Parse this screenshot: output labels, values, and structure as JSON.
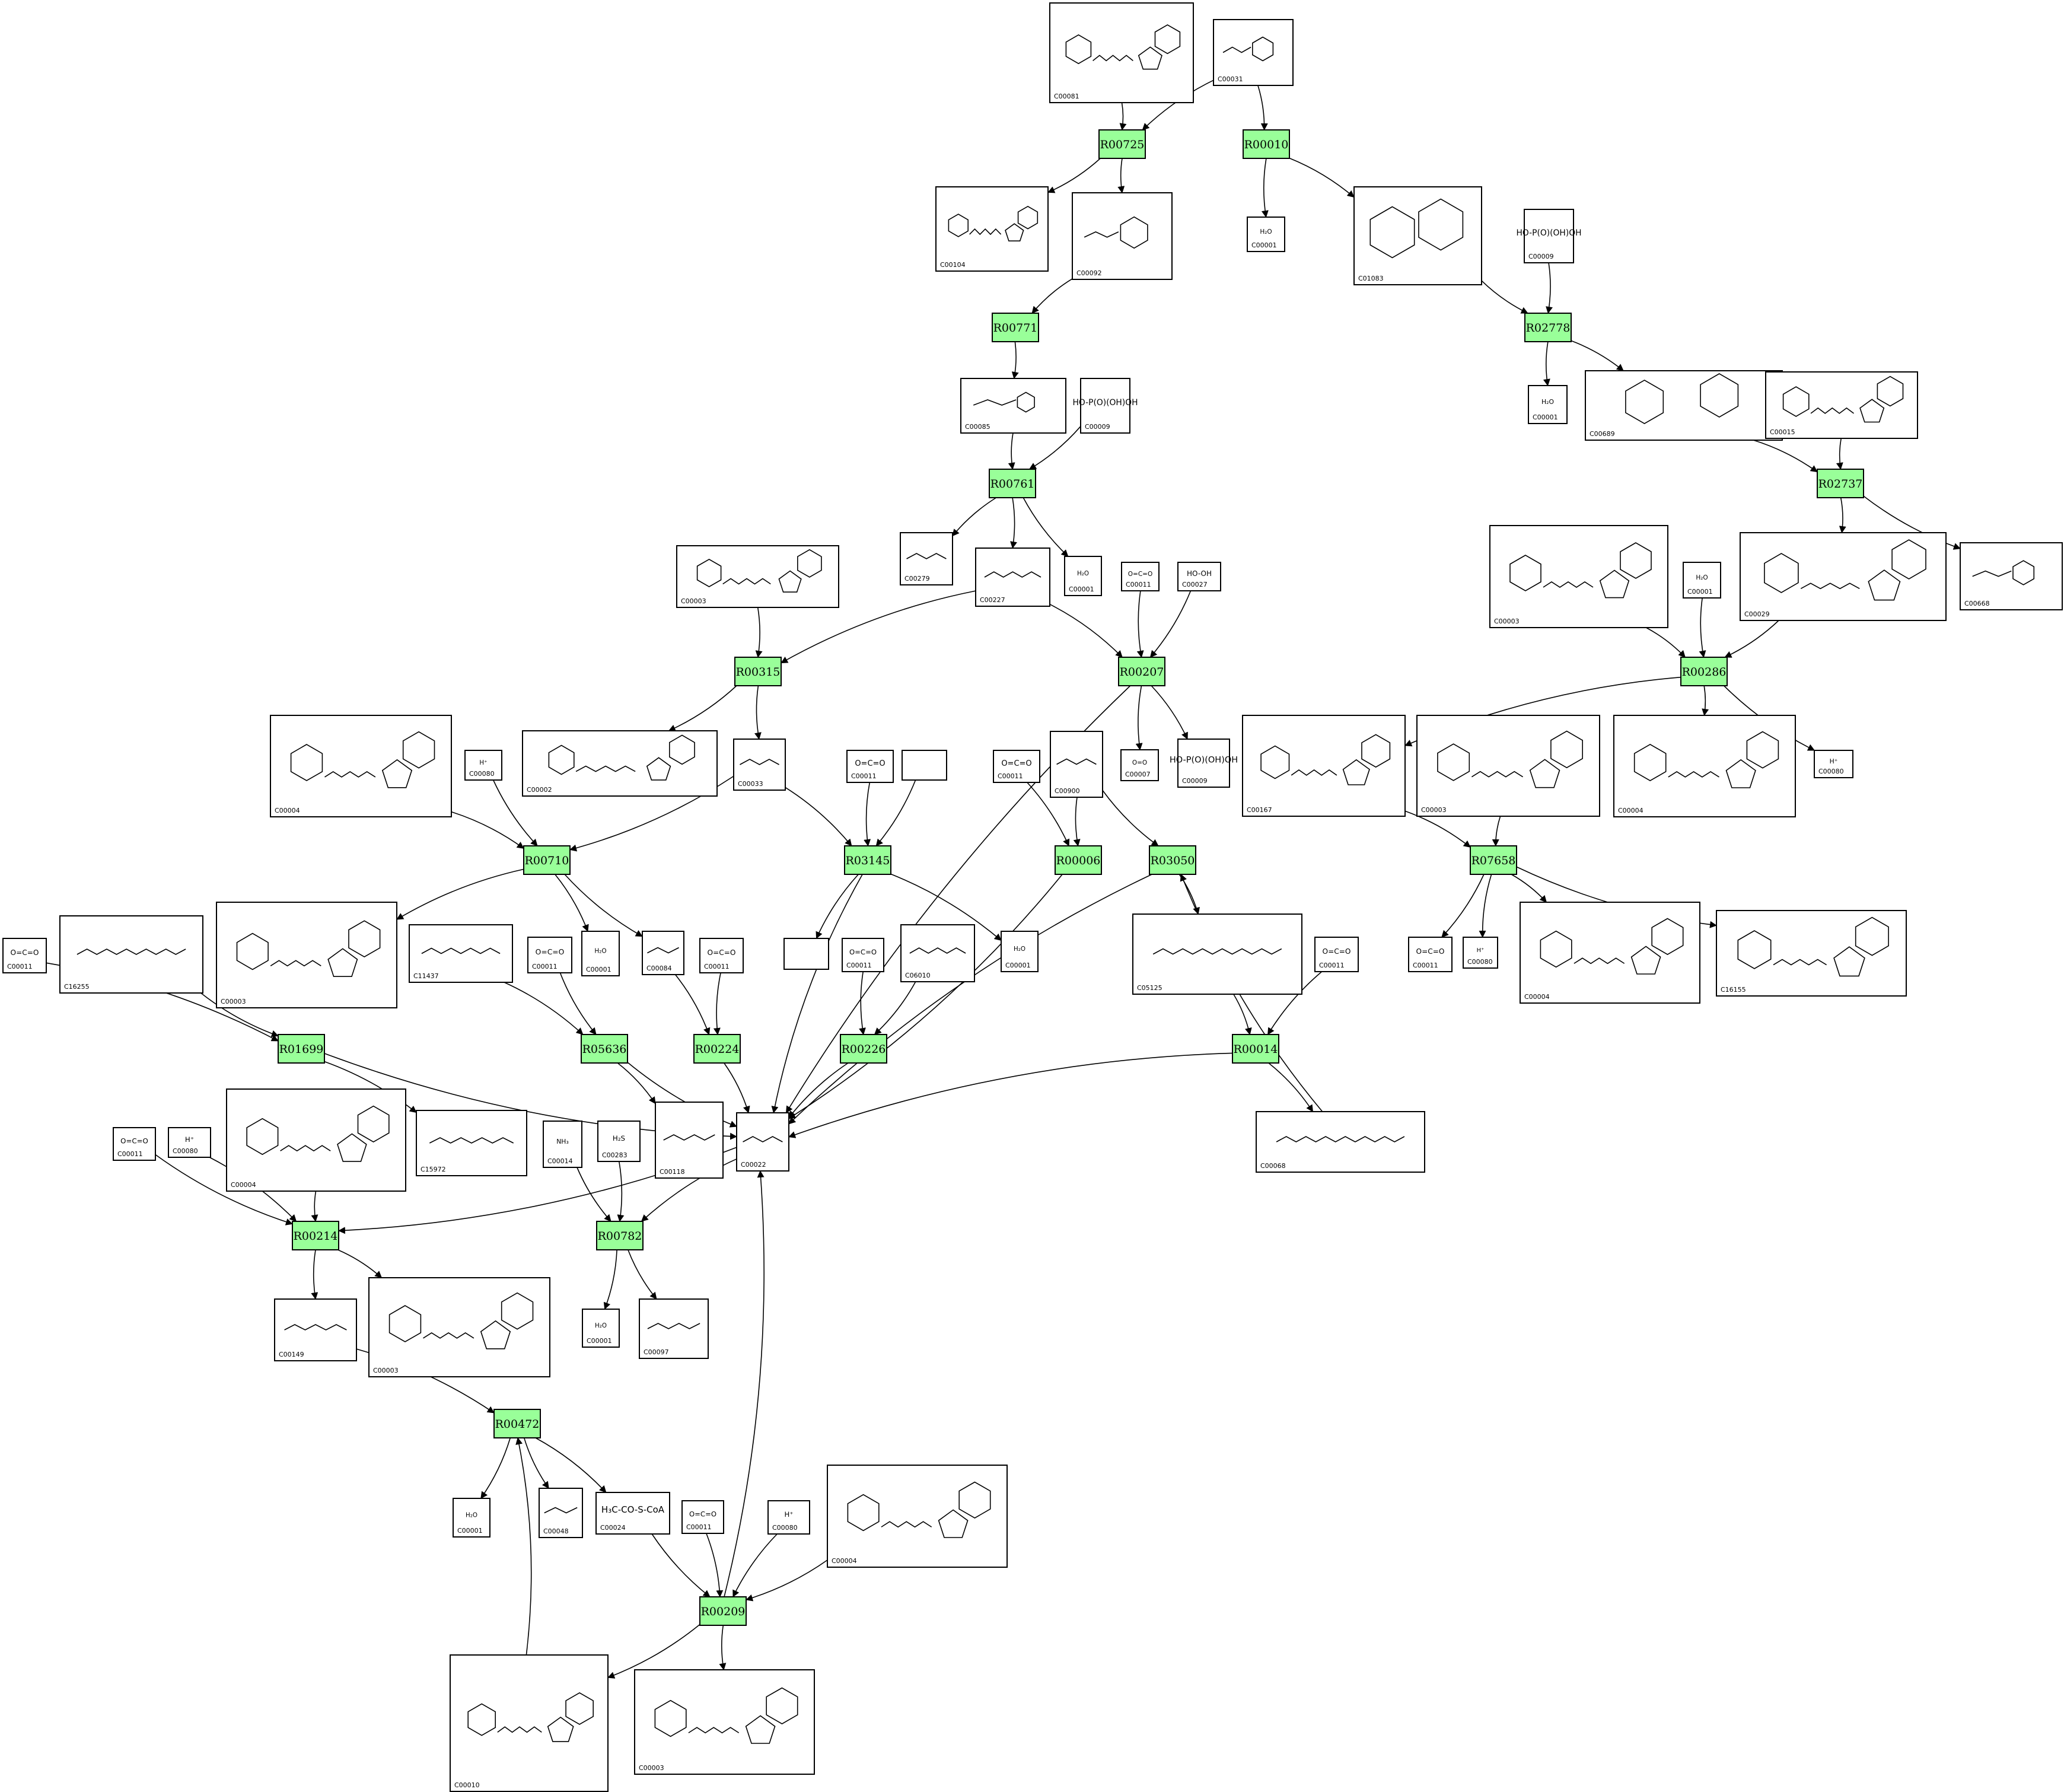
{
  "colors": {
    "reaction_fill": "#99ff99",
    "stroke": "#000000",
    "background": "#ffffff"
  },
  "reactions": [
    {
      "id": "R00725",
      "label": "R00725"
    },
    {
      "id": "R00010",
      "label": "R00010"
    },
    {
      "id": "R00771",
      "label": "R00771"
    },
    {
      "id": "R02778",
      "label": "R02778"
    },
    {
      "id": "R00761",
      "label": "R00761"
    },
    {
      "id": "R02737",
      "label": "R02737"
    },
    {
      "id": "R00315",
      "label": "R00315"
    },
    {
      "id": "R00207",
      "label": "R00207"
    },
    {
      "id": "R00286",
      "label": "R00286"
    },
    {
      "id": "R00710",
      "label": "R00710"
    },
    {
      "id": "R03145",
      "label": "R03145"
    },
    {
      "id": "R00006",
      "label": "R00006"
    },
    {
      "id": "R03050",
      "label": "R03050"
    },
    {
      "id": "R07658",
      "label": "R07658"
    },
    {
      "id": "R01699",
      "label": "R01699"
    },
    {
      "id": "R05636",
      "label": "R05636"
    },
    {
      "id": "R00224",
      "label": "R00224"
    },
    {
      "id": "R00226",
      "label": "R00226"
    },
    {
      "id": "R00014",
      "label": "R00014"
    },
    {
      "id": "R00214",
      "label": "R00214"
    },
    {
      "id": "R00782",
      "label": "R00782"
    },
    {
      "id": "R00472",
      "label": "R00472"
    },
    {
      "id": "R00209",
      "label": "R00209"
    }
  ],
  "compounds": [
    {
      "id": "c1",
      "label": "C00081",
      "kind": "nucleotide"
    },
    {
      "id": "c2",
      "label": "C00031",
      "kind": "sugar"
    },
    {
      "id": "c3",
      "label": "C00104",
      "kind": "nucleotide"
    },
    {
      "id": "c4",
      "label": "C00092",
      "kind": "sugar"
    },
    {
      "id": "c5",
      "label": "C00001",
      "kind": "formula",
      "formula": "H₂O"
    },
    {
      "id": "c6",
      "label": "C01083",
      "kind": "disaccharide"
    },
    {
      "id": "c7",
      "label": "C00009",
      "kind": "formula",
      "formula": "HO-P(O)(OH)OH"
    },
    {
      "id": "c8",
      "label": "C00085",
      "kind": "sugar"
    },
    {
      "id": "c9",
      "label": "C00009",
      "kind": "formula",
      "formula": "HO-P(O)(OH)OH"
    },
    {
      "id": "c10",
      "label": "C00001",
      "kind": "formula",
      "formula": "H₂O"
    },
    {
      "id": "c11",
      "label": "C00689",
      "kind": "disaccharide"
    },
    {
      "id": "c12",
      "label": "C00015",
      "kind": "nucleotide"
    },
    {
      "id": "c13",
      "label": "C00003",
      "kind": "nucleotide"
    },
    {
      "id": "c14",
      "label": "C00279",
      "kind": "chain"
    },
    {
      "id": "c15",
      "label": "C00227",
      "kind": "chain"
    },
    {
      "id": "c16",
      "label": "C00001",
      "kind": "formula",
      "formula": "H₂O"
    },
    {
      "id": "c17",
      "label": "C00011",
      "kind": "formula",
      "formula": "O=C=O"
    },
    {
      "id": "c18",
      "label": "C00027",
      "kind": "formula",
      "formula": "HO-OH"
    },
    {
      "id": "c19",
      "label": "C00003",
      "kind": "nucleotide"
    },
    {
      "id": "c20",
      "label": "C00001",
      "kind": "formula",
      "formula": "H₂O"
    },
    {
      "id": "c21",
      "label": "C00029",
      "kind": "nucleotide"
    },
    {
      "id": "c22",
      "label": "C00668",
      "kind": "sugar"
    },
    {
      "id": "c23",
      "label": "C00004",
      "kind": "nucleotide"
    },
    {
      "id": "c24",
      "label": "C00080",
      "kind": "formula",
      "formula": "H⁺"
    },
    {
      "id": "c25",
      "label": "C00002",
      "kind": "nucleotide"
    },
    {
      "id": "c26",
      "label": "C00033",
      "kind": "chain"
    },
    {
      "id": "c27",
      "label": "C00011",
      "kind": "formula",
      "formula": "O=C=O"
    },
    {
      "id": "c28",
      "label": "",
      "kind": "empty"
    },
    {
      "id": "c29",
      "label": "C00011",
      "kind": "formula",
      "formula": "O=C=O"
    },
    {
      "id": "c30",
      "label": "C00900",
      "kind": "chain"
    },
    {
      "id": "c31",
      "label": "C00007",
      "kind": "formula",
      "formula": "O=O"
    },
    {
      "id": "c32",
      "label": "C00009",
      "kind": "formula",
      "formula": "HO-P(O)(OH)OH"
    },
    {
      "id": "c33",
      "label": "C00167",
      "kind": "nucleotide"
    },
    {
      "id": "c34",
      "label": "C00003",
      "kind": "nucleotide"
    },
    {
      "id": "c35",
      "label": "C00004",
      "kind": "nucleotide"
    },
    {
      "id": "c36",
      "label": "C00080",
      "kind": "formula",
      "formula": "H⁺"
    },
    {
      "id": "c37",
      "label": "C00011",
      "kind": "formula",
      "formula": "O=C=O"
    },
    {
      "id": "c38",
      "label": "C16255",
      "kind": "chain"
    },
    {
      "id": "c39",
      "label": "C00003",
      "kind": "nucleotide"
    },
    {
      "id": "c40",
      "label": "C11437",
      "kind": "chain"
    },
    {
      "id": "c41",
      "label": "C00011",
      "kind": "formula",
      "formula": "O=C=O"
    },
    {
      "id": "c42",
      "label": "C00001",
      "kind": "formula",
      "formula": "H₂O"
    },
    {
      "id": "c43",
      "label": "C00084",
      "kind": "chain"
    },
    {
      "id": "c44",
      "label": "C00011",
      "kind": "formula",
      "formula": "O=C=O"
    },
    {
      "id": "c45",
      "label": "",
      "kind": "empty"
    },
    {
      "id": "c46",
      "label": "C00011",
      "kind": "formula",
      "formula": "O=C=O"
    },
    {
      "id": "c47",
      "label": "C06010",
      "kind": "chain"
    },
    {
      "id": "c48",
      "label": "C00001",
      "kind": "formula",
      "formula": "H₂O"
    },
    {
      "id": "c49",
      "label": "C05125",
      "kind": "chain"
    },
    {
      "id": "c50",
      "label": "C00011",
      "kind": "formula",
      "formula": "O=C=O"
    },
    {
      "id": "c51",
      "label": "C00011",
      "kind": "formula",
      "formula": "O=C=O"
    },
    {
      "id": "c52",
      "label": "C00080",
      "kind": "formula",
      "formula": "H⁺"
    },
    {
      "id": "c53",
      "label": "C00004",
      "kind": "nucleotide"
    },
    {
      "id": "c54",
      "label": "C16155",
      "kind": "nucleotide"
    },
    {
      "id": "c55",
      "label": "C15972",
      "kind": "chain"
    },
    {
      "id": "c56",
      "label": "C00118",
      "kind": "chain"
    },
    {
      "id": "c57",
      "label": "C00022",
      "kind": "chain"
    },
    {
      "id": "c58",
      "label": "C00068",
      "kind": "chain"
    },
    {
      "id": "c59",
      "label": "C00011",
      "kind": "formula",
      "formula": "O=C=O"
    },
    {
      "id": "c60",
      "label": "C00080",
      "kind": "formula",
      "formula": "H⁺"
    },
    {
      "id": "c61",
      "label": "C00004",
      "kind": "nucleotide"
    },
    {
      "id": "c62",
      "label": "C00014",
      "kind": "formula",
      "formula": "NH₃"
    },
    {
      "id": "c63",
      "label": "C00283",
      "kind": "formula",
      "formula": "H₂S"
    },
    {
      "id": "c64",
      "label": "C00149",
      "kind": "chain"
    },
    {
      "id": "c65",
      "label": "C00003",
      "kind": "nucleotide"
    },
    {
      "id": "c66",
      "label": "C00001",
      "kind": "formula",
      "formula": "H₂O"
    },
    {
      "id": "c67",
      "label": "C00097",
      "kind": "chain"
    },
    {
      "id": "c68",
      "label": "C00001",
      "kind": "formula",
      "formula": "H₂O"
    },
    {
      "id": "c69",
      "label": "C00048",
      "kind": "chain"
    },
    {
      "id": "c70",
      "label": "C00024",
      "kind": "formula",
      "formula": "H₃C-CO-S-CoA"
    },
    {
      "id": "c71",
      "label": "C00011",
      "kind": "formula",
      "formula": "O=C=O"
    },
    {
      "id": "c72",
      "label": "C00080",
      "kind": "formula",
      "formula": "H⁺"
    },
    {
      "id": "c73",
      "label": "C00004",
      "kind": "nucleotide"
    },
    {
      "id": "c74",
      "label": "C00010",
      "kind": "nucleotide"
    },
    {
      "id": "c75",
      "label": "C00003",
      "kind": "nucleotide"
    }
  ],
  "edges": [
    [
      "c1",
      "R00725"
    ],
    [
      "c2",
      "R00725"
    ],
    [
      "R00725",
      "c3"
    ],
    [
      "R00725",
      "c4"
    ],
    [
      "c2",
      "R00010"
    ],
    [
      "R00010",
      "c5"
    ],
    [
      "R00010",
      "c6"
    ],
    [
      "c4",
      "R00771"
    ],
    [
      "R00771",
      "c8"
    ],
    [
      "c6",
      "R02778"
    ],
    [
      "c7",
      "R02778"
    ],
    [
      "R02778",
      "c10"
    ],
    [
      "R02778",
      "c11"
    ],
    [
      "c8",
      "R00761"
    ],
    [
      "c9",
      "R00761"
    ],
    [
      "R00761",
      "c14"
    ],
    [
      "R00761",
      "c15"
    ],
    [
      "R00761",
      "c16"
    ],
    [
      "c11",
      "R02737"
    ],
    [
      "c12",
      "R02737"
    ],
    [
      "R02737",
      "c21"
    ],
    [
      "R02737",
      "c22"
    ],
    [
      "c13",
      "R00315"
    ],
    [
      "c15",
      "R00315"
    ],
    [
      "R00315",
      "c25"
    ],
    [
      "R00315",
      "c26"
    ],
    [
      "c15",
      "R00207"
    ],
    [
      "c17",
      "R00207"
    ],
    [
      "c18",
      "R00207"
    ],
    [
      "R00207",
      "c31"
    ],
    [
      "R00207",
      "c32"
    ],
    [
      "R00207",
      "c57"
    ],
    [
      "c19",
      "R00286"
    ],
    [
      "c20",
      "R00286"
    ],
    [
      "c21",
      "R00286"
    ],
    [
      "R00286",
      "c33"
    ],
    [
      "R00286",
      "c35"
    ],
    [
      "R00286",
      "c36"
    ],
    [
      "c23",
      "R00710"
    ],
    [
      "c24",
      "R00710"
    ],
    [
      "c26",
      "R00710"
    ],
    [
      "R00710",
      "c39"
    ],
    [
      "R00710",
      "c42"
    ],
    [
      "R00710",
      "c43"
    ],
    [
      "c26",
      "R03145"
    ],
    [
      "c27",
      "R03145"
    ],
    [
      "c28",
      "R03145"
    ],
    [
      "R03145",
      "c45"
    ],
    [
      "R03145",
      "c48"
    ],
    [
      "R03145",
      "c57"
    ],
    [
      "c29",
      "R00006"
    ],
    [
      "c30",
      "R00006"
    ],
    [
      "R00006",
      "c57"
    ],
    [
      "c30",
      "R03050"
    ],
    [
      "R03050",
      "c49"
    ],
    [
      "R03050",
      "c57"
    ],
    [
      "c33",
      "R07658"
    ],
    [
      "c34",
      "R07658"
    ],
    [
      "R07658",
      "c51"
    ],
    [
      "R07658",
      "c52"
    ],
    [
      "R07658",
      "c53"
    ],
    [
      "R07658",
      "c54"
    ],
    [
      "c37",
      "R01699"
    ],
    [
      "c38",
      "R01699"
    ],
    [
      "R01699",
      "c55"
    ],
    [
      "R01699",
      "c57"
    ],
    [
      "c40",
      "R05636"
    ],
    [
      "c41",
      "R05636"
    ],
    [
      "R05636",
      "c56"
    ],
    [
      "R05636",
      "c57"
    ],
    [
      "c43",
      "R00224"
    ],
    [
      "c44",
      "R00224"
    ],
    [
      "R00224",
      "c57"
    ],
    [
      "c46",
      "R00226"
    ],
    [
      "c47",
      "R00226"
    ],
    [
      "R00226",
      "c57"
    ],
    [
      "c49",
      "R00014"
    ],
    [
      "c50",
      "R00014"
    ],
    [
      "R00014",
      "c58"
    ],
    [
      "R00014",
      "c57"
    ],
    [
      "c58",
      "R03050"
    ],
    [
      "c59",
      "R00214"
    ],
    [
      "c60",
      "R00214"
    ],
    [
      "c61",
      "R00214"
    ],
    [
      "c57",
      "R00214"
    ],
    [
      "R00214",
      "c64"
    ],
    [
      "R00214",
      "c65"
    ],
    [
      "c62",
      "R00782"
    ],
    [
      "c63",
      "R00782"
    ],
    [
      "c57",
      "R00782"
    ],
    [
      "R00782",
      "c66"
    ],
    [
      "R00782",
      "c67"
    ],
    [
      "c64",
      "R00472"
    ],
    [
      "c74",
      "R00472"
    ],
    [
      "R00472",
      "c68"
    ],
    [
      "R00472",
      "c69"
    ],
    [
      "R00472",
      "c70"
    ],
    [
      "c70",
      "R00209"
    ],
    [
      "c71",
      "R00209"
    ],
    [
      "c72",
      "R00209"
    ],
    [
      "c73",
      "R00209"
    ],
    [
      "R00209",
      "c57"
    ],
    [
      "R00209",
      "c74"
    ],
    [
      "R00209",
      "c75"
    ]
  ]
}
